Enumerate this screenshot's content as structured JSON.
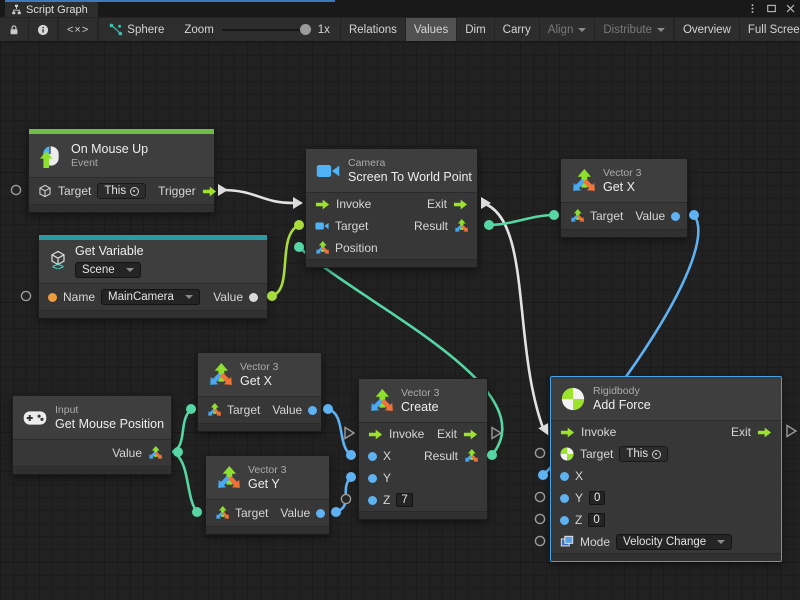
{
  "window": {
    "tab": "Script Graph"
  },
  "toolbar": {
    "graph_name": "Sphere",
    "zoom_label": "Zoom",
    "zoom_value": "1x",
    "buttons": {
      "relations": "Relations",
      "values": "Values",
      "dim": "Dim",
      "carry": "Carry",
      "align": "Align",
      "distribute": "Distribute",
      "overview": "Overview",
      "fullscreen": "Full Screen"
    },
    "code_tag": "<×>"
  },
  "nodes": {
    "on_mouse_up": {
      "title": "On Mouse Up",
      "subtitle": "Event",
      "target_label": "Target",
      "target_value": "This",
      "trigger_label": "Trigger"
    },
    "get_variable": {
      "title": "Get Variable",
      "scope_value": "Scene",
      "name_label": "Name",
      "name_value": "MainCamera",
      "value_label": "Value"
    },
    "camera": {
      "category": "Camera",
      "title": "Screen To World Point",
      "invoke": "Invoke",
      "exit": "Exit",
      "target": "Target",
      "result": "Result",
      "position": "Position"
    },
    "get_x_right": {
      "category": "Vector 3",
      "title": "Get X",
      "target": "Target",
      "value": "Value"
    },
    "get_x": {
      "category": "Vector 3",
      "title": "Get X",
      "target": "Target",
      "value": "Value"
    },
    "get_y": {
      "category": "Vector 3",
      "title": "Get Y",
      "target": "Target",
      "value": "Value"
    },
    "get_mouse_position": {
      "category": "Input",
      "title": "Get Mouse Position",
      "value": "Value"
    },
    "create": {
      "category": "Vector 3",
      "title": "Create",
      "invoke": "Invoke",
      "exit": "Exit",
      "x": "X",
      "y": "Y",
      "z": "Z",
      "z_value": "7",
      "result": "Result"
    },
    "add_force": {
      "category": "Rigidbody",
      "title": "Add Force",
      "invoke": "Invoke",
      "exit": "Exit",
      "target": "Target",
      "target_value": "This",
      "x": "X",
      "y": "Y",
      "y_value": "0",
      "z": "Z",
      "z_value": "0",
      "mode": "Mode",
      "mode_value": "Velocity Change"
    }
  },
  "colors": {
    "flow_arrow": "#9de32d",
    "flow_wire": "#e2e2e2",
    "vector3_wire": "#55d6a4",
    "float_port": "#5fb2f2",
    "string_port": "#ef9b3e",
    "object_port": "#d9d9d9",
    "variable_wire": "#a8dc3c",
    "event_bar": "#6cbe45",
    "variable_bar": "#2a9aa4",
    "selection": "#46a1e6"
  }
}
